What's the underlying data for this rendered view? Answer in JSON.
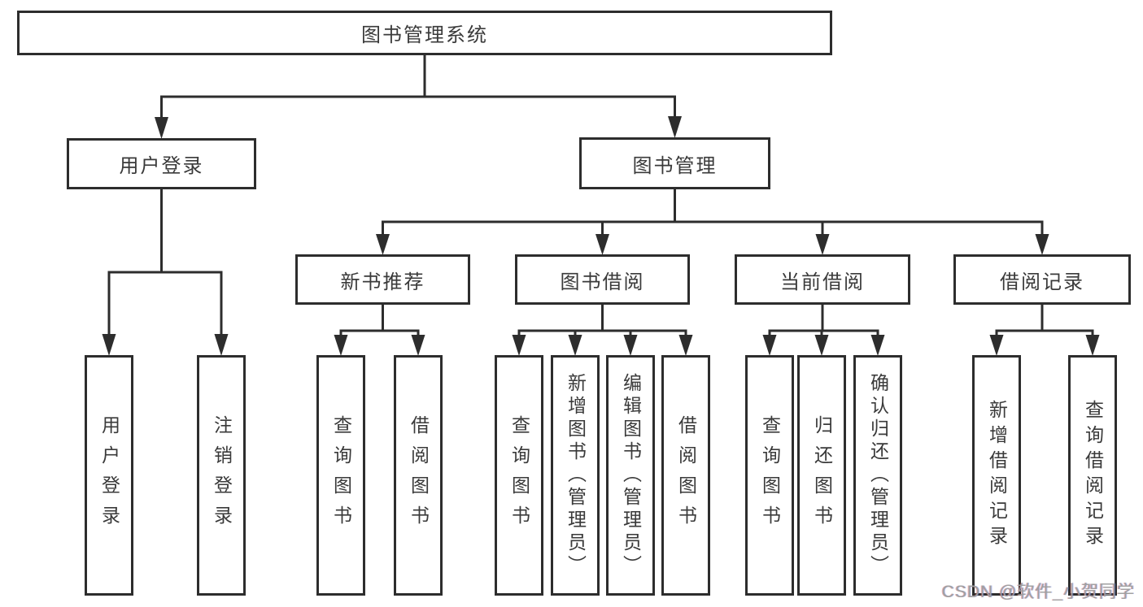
{
  "tree": {
    "label": "图书管理系统",
    "children": [
      {
        "label": "用户登录",
        "children": [
          {
            "label": "用户登录"
          },
          {
            "label": "注销登录"
          }
        ]
      },
      {
        "label": "图书管理",
        "children": [
          {
            "label": "新书推荐",
            "children": [
              {
                "label": "查询图书"
              },
              {
                "label": "借阅图书"
              }
            ]
          },
          {
            "label": "图书借阅",
            "children": [
              {
                "label": "查询图书"
              },
              {
                "label": "新增图书（管理员）"
              },
              {
                "label": "编辑图书（管理员）"
              },
              {
                "label": "借阅图书"
              }
            ]
          },
          {
            "label": "当前借阅",
            "children": [
              {
                "label": "查询图书"
              },
              {
                "label": "归还图书"
              },
              {
                "label": "确认归还（管理员）"
              }
            ]
          },
          {
            "label": "借阅记录",
            "children": [
              {
                "label": "新增借阅记录"
              },
              {
                "label": "查询借阅记录"
              }
            ]
          }
        ]
      }
    ]
  },
  "watermark": "CSDN @软件_小贺同学",
  "colors": {
    "line": "#2d2d2d",
    "text": "#3a3a3a",
    "bg": "#ffffff",
    "watermark": "#a0a0a0"
  }
}
